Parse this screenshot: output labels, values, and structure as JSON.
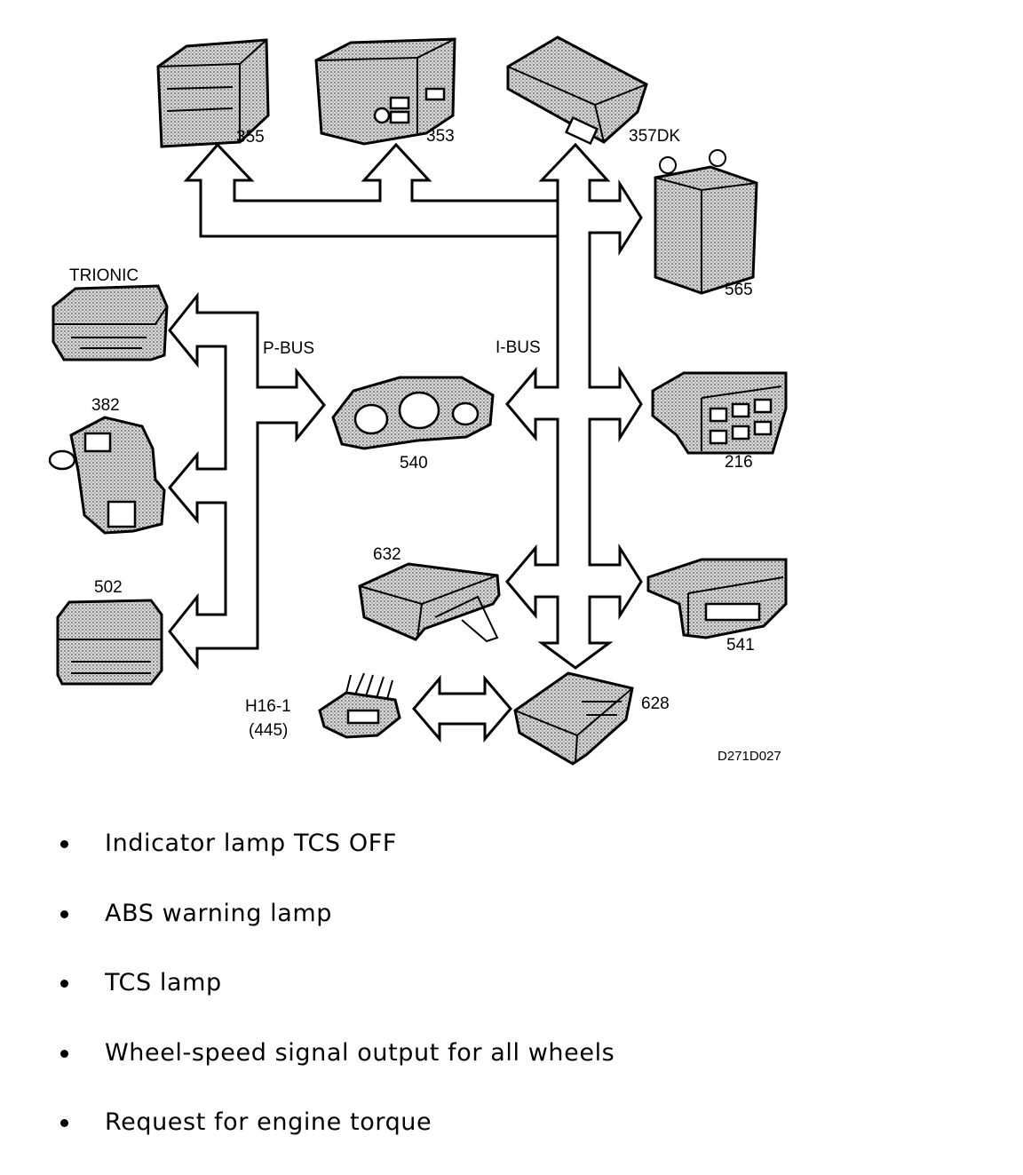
{
  "diagram": {
    "labels": {
      "m355": "355",
      "m353": "353",
      "m357dk": "357DK",
      "m565": "565",
      "trionic": "TRIONIC",
      "p_bus": "P-BUS",
      "i_bus": "I-BUS",
      "m382": "382",
      "m540": "540",
      "m216": "216",
      "m632": "632",
      "m541": "541",
      "m502": "502",
      "h16_1": "H16-1",
      "h16_1_sub": "(445)",
      "m628": "628",
      "figure_code": "D271D027"
    }
  },
  "bullets": [
    "Indicator lamp TCS OFF",
    "ABS warning lamp",
    "TCS lamp",
    "Wheel-speed signal output for all wheels",
    "Request for engine torque"
  ]
}
